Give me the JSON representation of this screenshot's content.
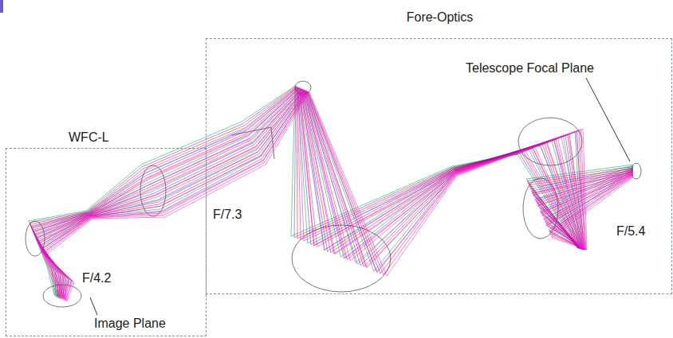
{
  "diagram": {
    "nodes": [
      {
        "text": [
          "Fore-Optics"
        ]
      },
      {
        "text": [
          "WFC-L"
        ]
      }
    ],
    "labels": [
      "Telescope Focal Plane",
      "F/7.3",
      "F/5.4",
      "F/4.2",
      "Image Plane"
    ]
  }
}
